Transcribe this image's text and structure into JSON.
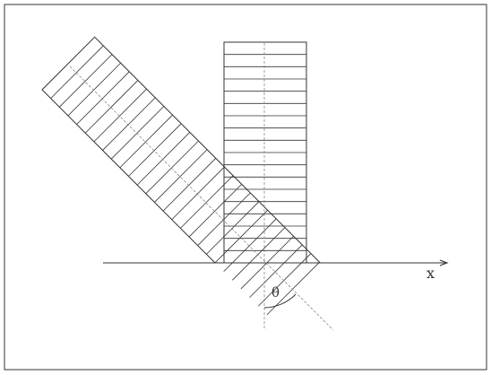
{
  "labels": {
    "x_axis": "x",
    "angle": "θ"
  },
  "strips": {
    "vertical": {
      "bands": 18
    },
    "tilted": {
      "bands": 20,
      "tilt_deg": 45
    }
  },
  "colors": {
    "ink": "#333333",
    "frame": "#555555",
    "guide": "#888888",
    "background": "#ffffff"
  }
}
